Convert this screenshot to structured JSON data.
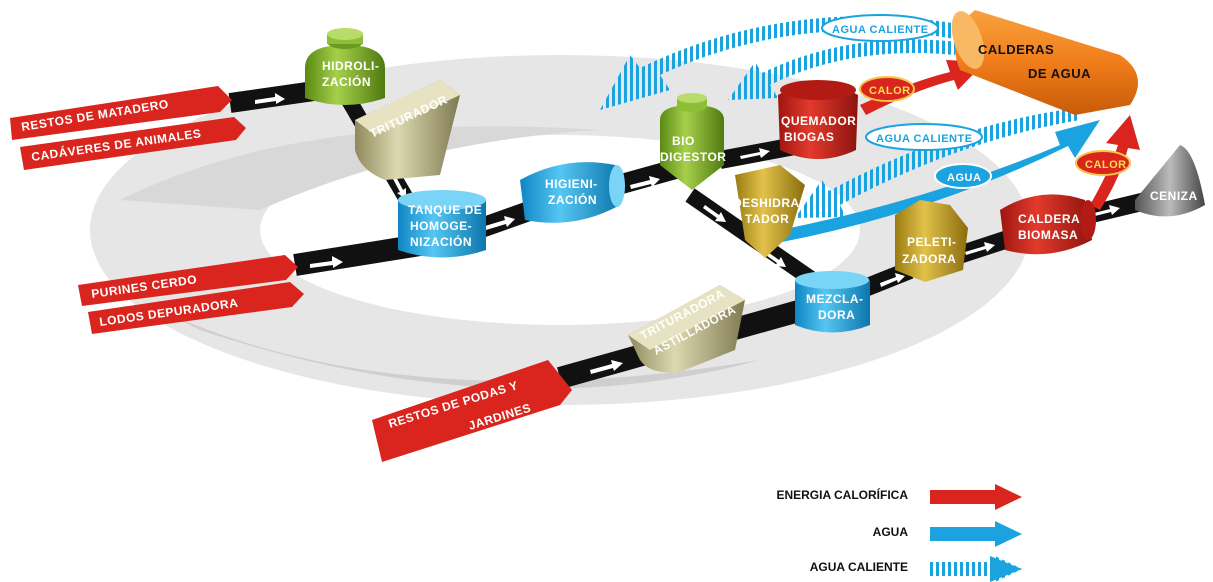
{
  "inputs": {
    "restos_matadero": "RESTOS DE MATADERO",
    "cadaveres": "CADÁVERES DE ANIMALES",
    "purines": "PURINES CERDO",
    "lodos": "LODOS DEPURADORA",
    "podas_1": "RESTOS DE PODAS Y",
    "podas_2": "JARDINES"
  },
  "nodes": {
    "hidrolizacion_1": "HIDROLI-",
    "hidrolizacion_2": "ZACIÓN",
    "triturador": "TRITURADOR",
    "tanque_1": "TANQUE DE",
    "tanque_2": "HOMOGE-",
    "tanque_3": "NIZACIÓN",
    "higienizacion_1": "HIGIENI-",
    "higienizacion_2": "ZACIÓN",
    "biodigestor_1": "BIO",
    "biodigestor_2": "DIGESTOR",
    "quemador_1": "QUEMADOR",
    "quemador_2": "BIOGAS",
    "calderas_1": "CALDERAS",
    "calderas_2": "DE AGUA",
    "deshidratador_1": "DESHIDRA-",
    "deshidratador_2": "TADOR",
    "peletizadora_1": "PELETI-",
    "peletizadora_2": "ZADORA",
    "mezcladora_1": "MEZCLA-",
    "mezcladora_2": "DORA",
    "caldera_biomasa_1": "CALDERA",
    "caldera_biomasa_2": "BIOMASA",
    "ceniza": "CENIZA",
    "trituradora_1": "TRITURADORA",
    "trituradora_2": "ASTILLADORA"
  },
  "flow_labels": {
    "agua_caliente_top": "AGUA CALIENTE",
    "agua_caliente_mid": "AGUA CALIENTE",
    "agua": "AGUA",
    "calor_1": "CALOR",
    "calor_2": "CALOR"
  },
  "legend": {
    "energia": "ENERGIA CALORÍFICA",
    "agua": "AGUA",
    "agua_caliente": "AGUA CALIENTE"
  },
  "colors": {
    "red": "#d9251d",
    "blue": "#1ba3e0",
    "green": "#7fb02a",
    "orange": "#f07d1a",
    "olive": "#c4bf94",
    "gold": "#c9a62a",
    "gray": "#d9d9d9",
    "belt": "#111111"
  }
}
